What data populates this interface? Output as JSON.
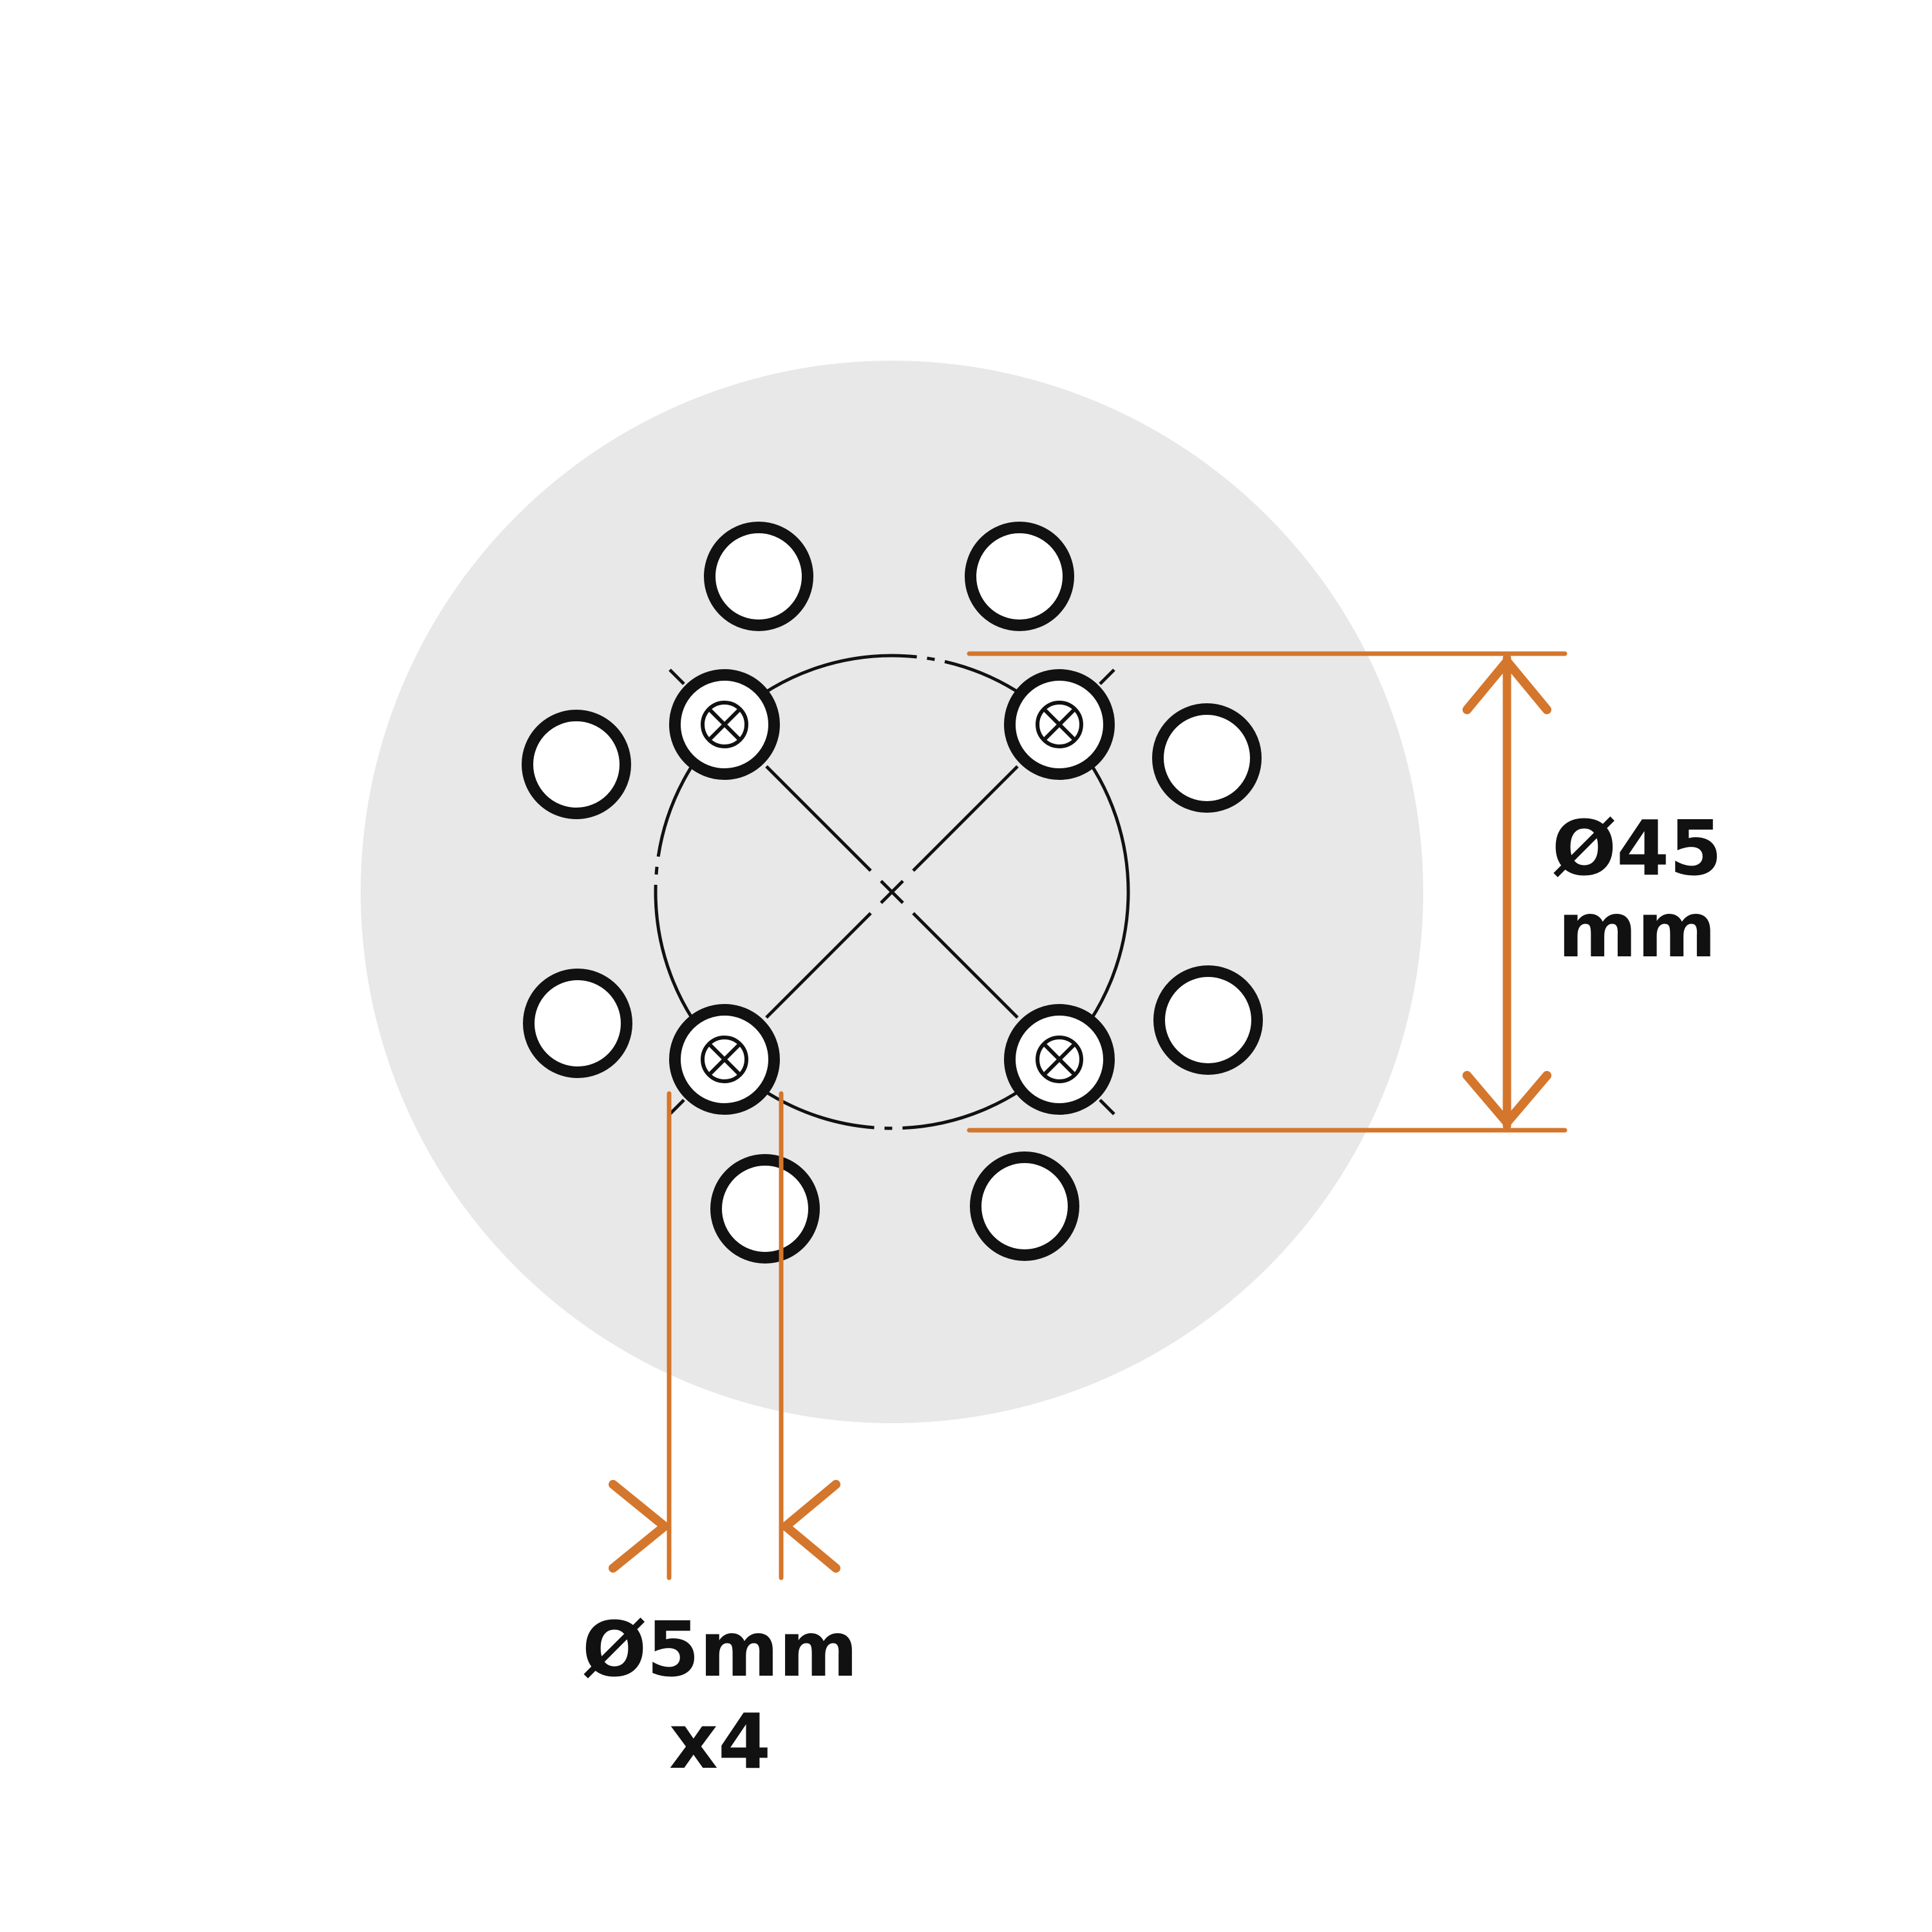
{
  "colors": {
    "background": "#ffffff",
    "plate": "#e8e8e8",
    "line": "#111111",
    "dimension": "#d4762c"
  },
  "labels": {
    "pcd_line1": "Ø45",
    "pcd_line2": "mm",
    "hole_line1": "Ø5mm",
    "hole_line2": "x4"
  },
  "dimensions": {
    "bolt_circle_diameter_mm": 45,
    "mount_hole_diameter_mm": 5,
    "mount_hole_count": 4
  },
  "icons": {
    "mount_hole": "crossed-circle-icon",
    "vent_hole": "circle-icon"
  }
}
